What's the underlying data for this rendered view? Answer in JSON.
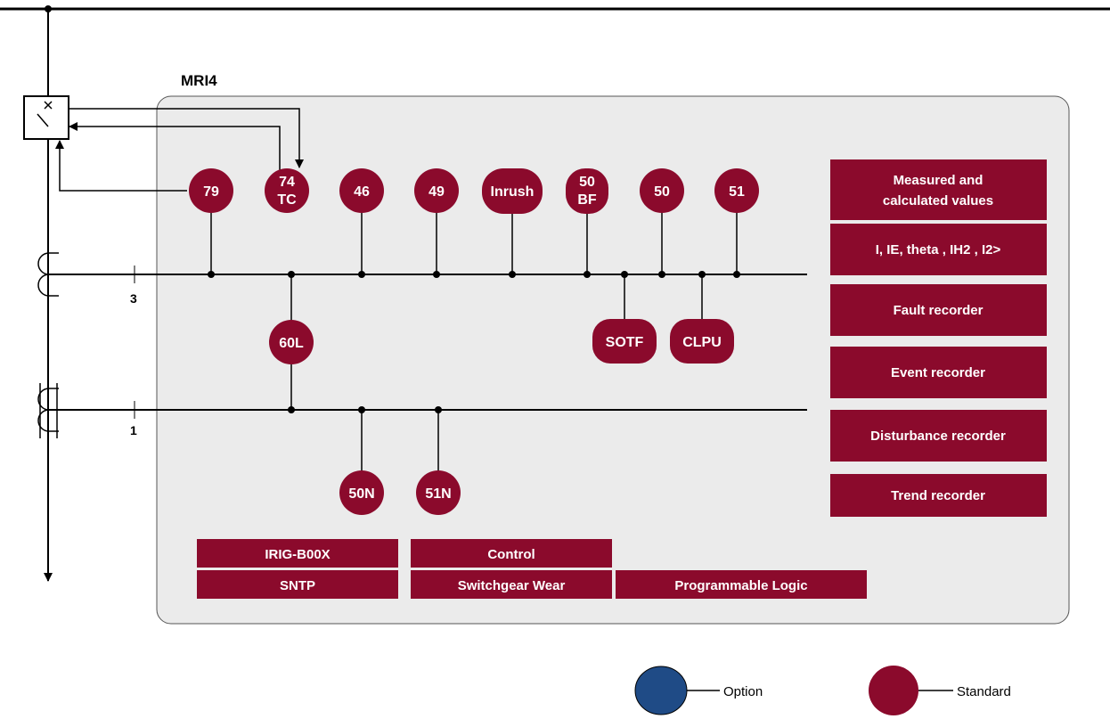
{
  "device_name": "MRI4",
  "colors": {
    "function_fill": "#8b0a2c",
    "option_fill": "#1f4b86",
    "panel_fill": "#ebebeb",
    "line": "#000000"
  },
  "functions_top": [
    {
      "id": "f79",
      "line1": "79",
      "line2": ""
    },
    {
      "id": "f74tc",
      "line1": "74",
      "line2": "TC"
    },
    {
      "id": "f46",
      "line1": "46",
      "line2": ""
    },
    {
      "id": "f49",
      "line1": "49",
      "line2": ""
    },
    {
      "id": "finrush",
      "line1": "Inrush",
      "line2": ""
    },
    {
      "id": "f50bf",
      "line1": "50",
      "line2": "BF"
    },
    {
      "id": "f50",
      "line1": "50",
      "line2": ""
    },
    {
      "id": "f51",
      "line1": "51",
      "line2": ""
    }
  ],
  "functions_middle": [
    {
      "id": "f60l",
      "label": "60L"
    },
    {
      "id": "fsotf",
      "label": "SOTF"
    },
    {
      "id": "fclpu",
      "label": "CLPU"
    }
  ],
  "functions_bottom": [
    {
      "id": "f50n",
      "label": "50N"
    },
    {
      "id": "f51n",
      "label": "51N"
    }
  ],
  "ct_labels": {
    "phase": "3",
    "ground": "1"
  },
  "right_boxes": [
    {
      "line1": "Measured and",
      "line2": "calculated values"
    },
    {
      "line1": "I, IE, theta , IH2 , I2>",
      "line2": ""
    },
    {
      "line1": "Fault recorder",
      "line2": ""
    },
    {
      "line1": "Event recorder",
      "line2": ""
    },
    {
      "line1": "Disturbance recorder",
      "line2": ""
    },
    {
      "line1": "Trend recorder",
      "line2": ""
    }
  ],
  "bottom_boxes": {
    "irig": "IRIG-B00X",
    "sntp": "SNTP",
    "control": "Control",
    "switchgear": "Switchgear Wear",
    "logic": "Programmable Logic"
  },
  "legend": {
    "option": "Option",
    "standard": "Standard"
  }
}
